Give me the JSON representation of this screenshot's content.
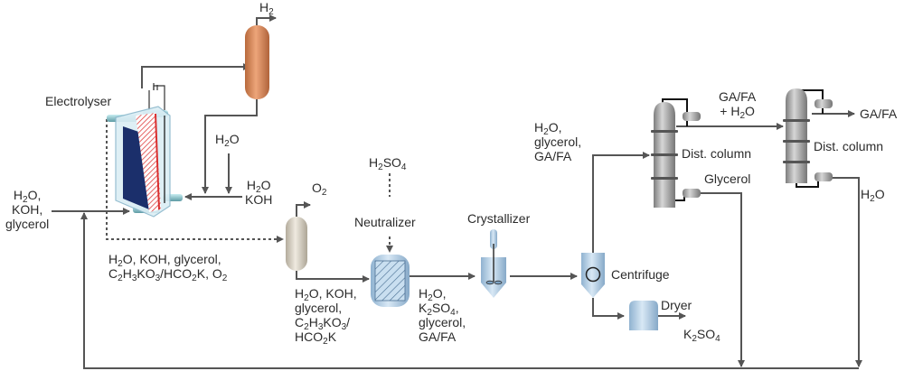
{
  "title": "Glycerol electro-oxidation process flow diagram",
  "units": {
    "electrolyser": "Electrolyser",
    "neutralizer": "Neutralizer",
    "crystallizer": "Crystallizer",
    "centrifuge": "Centrifuge",
    "dryer": "Dryer",
    "dist_column_1": "Dist. column",
    "dist_column_2": "Dist. column"
  },
  "streams": {
    "feed": [
      "H<sub>2</sub>O,",
      "KOH,",
      "glycerol"
    ],
    "h2_out": "H<sub>2</sub>",
    "o2_out": "O<sub>2</sub>",
    "water_makeup": "H<sub>2</sub>O",
    "recycle_h2o_koh": [
      "H<sub>2</sub>O",
      "KOH"
    ],
    "electrolyser_outlet": [
      "H<sub>2</sub>O, KOH, glycerol,",
      "C<sub>2</sub>H<sub>3</sub>KO<sub>3</sub>/HCO<sub>2</sub>K, O<sub>2</sub>"
    ],
    "separator_liquid": [
      "H<sub>2</sub>O, KOH,",
      "glycerol,",
      "C<sub>2</sub>H<sub>3</sub>KO<sub>3</sub>/",
      "HCO<sub>2</sub>K"
    ],
    "acid_feed": "H<sub>2</sub>SO<sub>4</sub>",
    "neutralizer_outlet": [
      "H<sub>2</sub>O,",
      "K<sub>2</sub>SO<sub>4</sub>,",
      "glycerol,",
      "GA/FA"
    ],
    "centrifuge_liquid": [
      "H<sub>2</sub>O,",
      "glycerol,",
      "GA/FA"
    ],
    "solid_product": "K<sub>2</sub>SO<sub>4</sub>",
    "column1_top": [
      "GA/FA",
      "+ H<sub>2</sub>O"
    ],
    "column1_bottom": "Glycerol",
    "column2_top": "GA/FA",
    "column2_bottom": "H<sub>2</sub>O"
  },
  "colors": {
    "line": "#555555",
    "h2_separator": "#d98a5a",
    "o2_separator": "#d8d2c4",
    "vessel_blue": "#b8d4ea",
    "column_grey": "#9a9a9a",
    "electrode_blue": "#1b2f6b",
    "membrane_red": "#d93030"
  }
}
